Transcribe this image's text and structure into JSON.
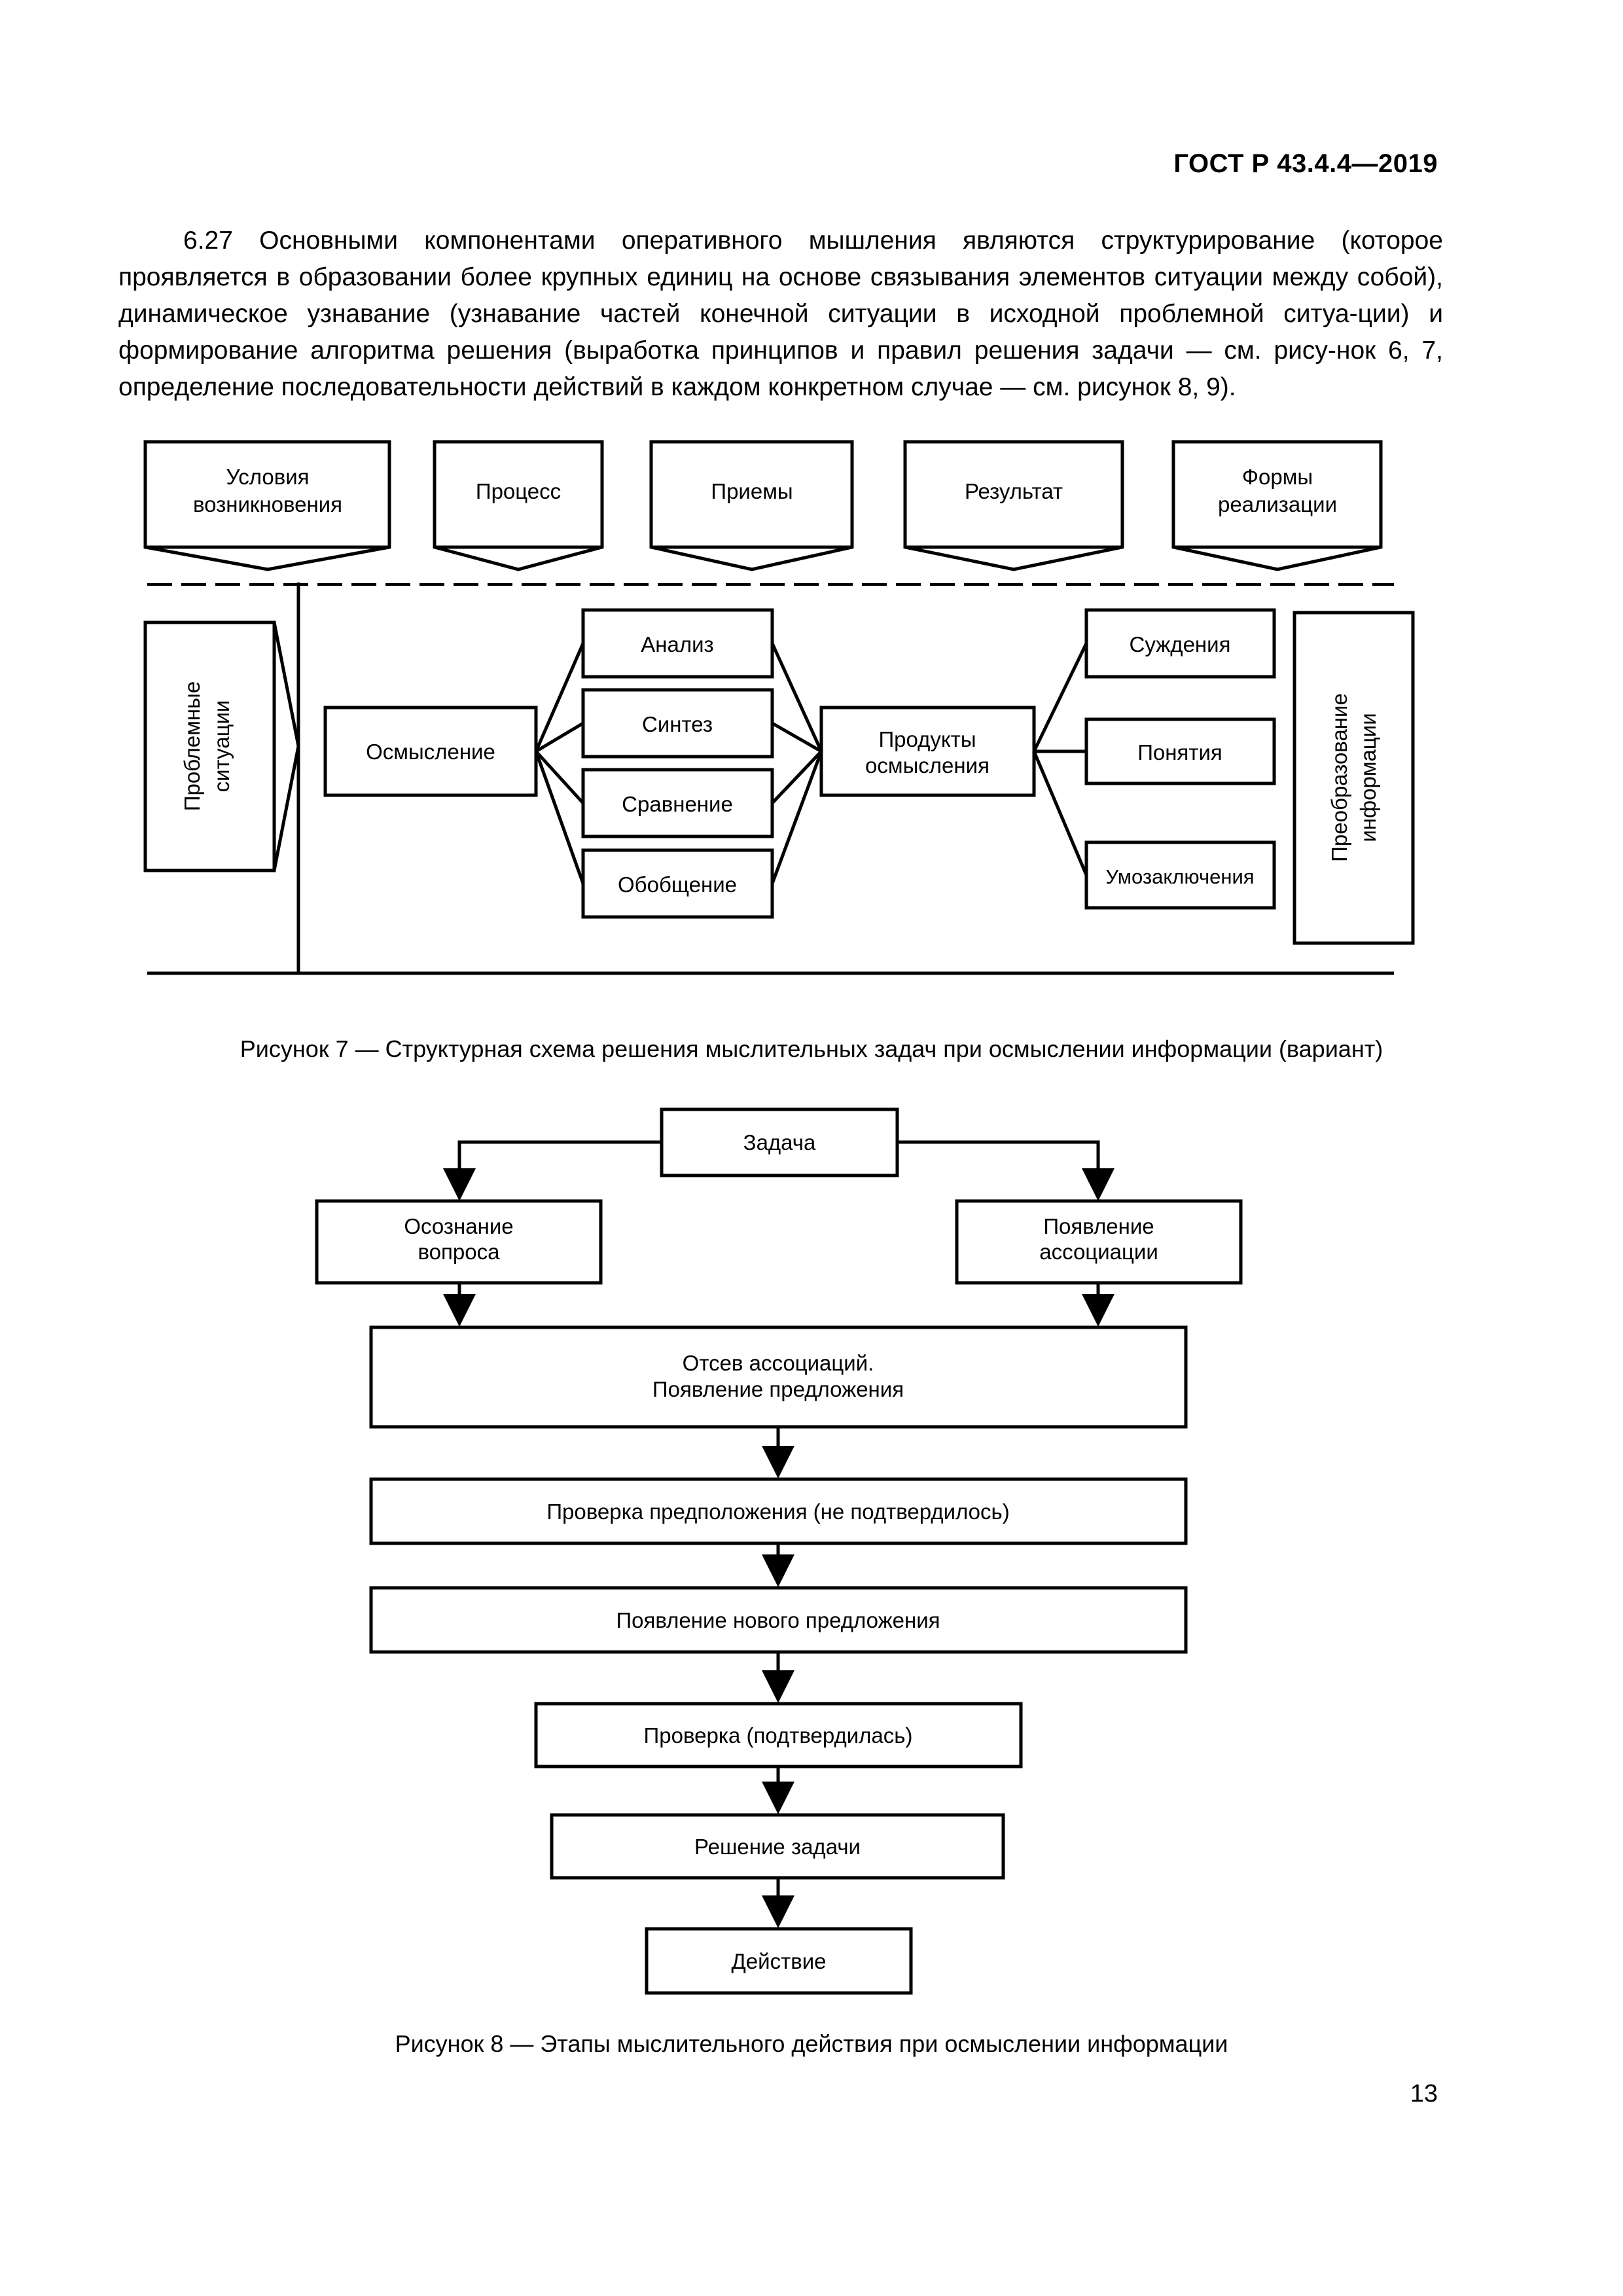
{
  "header": {
    "doc_code": "ГОСТ Р 43.4.4—2019"
  },
  "paragraph": "6.27 Основными компонентами оперативного мышления являются структурирование (которое проявляется в образовании более крупных единиц на основе связывания элементов ситуации между собой), динамическое узнавание (узнавание частей конечной ситуации в исходной проблемной ситуа-ции) и формирование алгоритма решения (выработка принципов и правил решения задачи — см. рису-нок 6, 7, определение последовательности действий в каждом конкретном случае — см. рисунок 8, 9).",
  "figure7": {
    "headers": [
      "Условия возникновения",
      "Процесс",
      "Приемы",
      "Результат",
      "Формы реализации"
    ],
    "left_label": "Проблемные ситуации",
    "center": "Осмысление",
    "methods": [
      "Анализ",
      "Синтез",
      "Сравнение",
      "Обобщение"
    ],
    "products": "Продукты осмысления",
    "results": [
      "Суждения",
      "Понятия",
      "Умозаключения"
    ],
    "right_label": "Преобразование информации",
    "caption": "Рисунок 7 — Структурная схема решения мыслительных задач при осмыслении информации (вариант)"
  },
  "figure8": {
    "task": "Задача",
    "left_branch": "Осознание вопроса",
    "right_branch": "Появление ассоциации",
    "filter_line1": "Отсев ассоциаций.",
    "filter_line2": "Появление предложения",
    "check_fail": "Проверка предположения (не подтвердилось)",
    "new_proposal": "Появление нового предложения",
    "check_ok": "Проверка (подтвердилась)",
    "solution": "Решение задачи",
    "action": "Действие",
    "caption": "Рисунок 8 — Этапы мыслительного действия при осмыслении информации"
  },
  "footer": {
    "page_number": "13"
  }
}
